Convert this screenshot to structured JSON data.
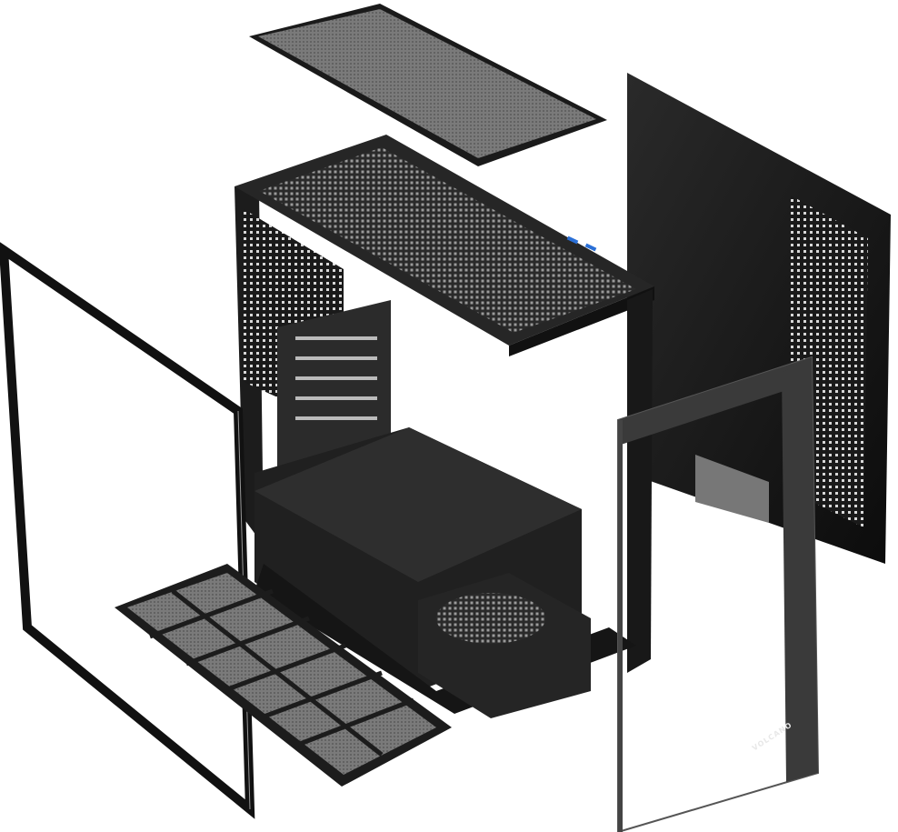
{
  "scene": {
    "subject": "Exploded view of a black mid-tower PC case",
    "background_color": "#ffffff",
    "case_color": "#1e1e1e",
    "panel_color": "#141414",
    "mesh_color": "#3a3a3a",
    "glass_edge_color": "#b8b8b8",
    "usb_accent_color": "#2a6fd6"
  },
  "parts": [
    {
      "id": "top-dust-filter",
      "label": "Top magnetic dust filter"
    },
    {
      "id": "chassis",
      "label": "Main chassis"
    },
    {
      "id": "right-side-panel",
      "label": "Rear side steel panel with mesh"
    },
    {
      "id": "left-glass-frame",
      "label": "Left tempered glass panel"
    },
    {
      "id": "front-glass-panel",
      "label": "Front tempered glass panel"
    },
    {
      "id": "bottom-dust-filter",
      "label": "Bottom dust filter"
    }
  ],
  "branding": {
    "text": "VOLCANO"
  }
}
